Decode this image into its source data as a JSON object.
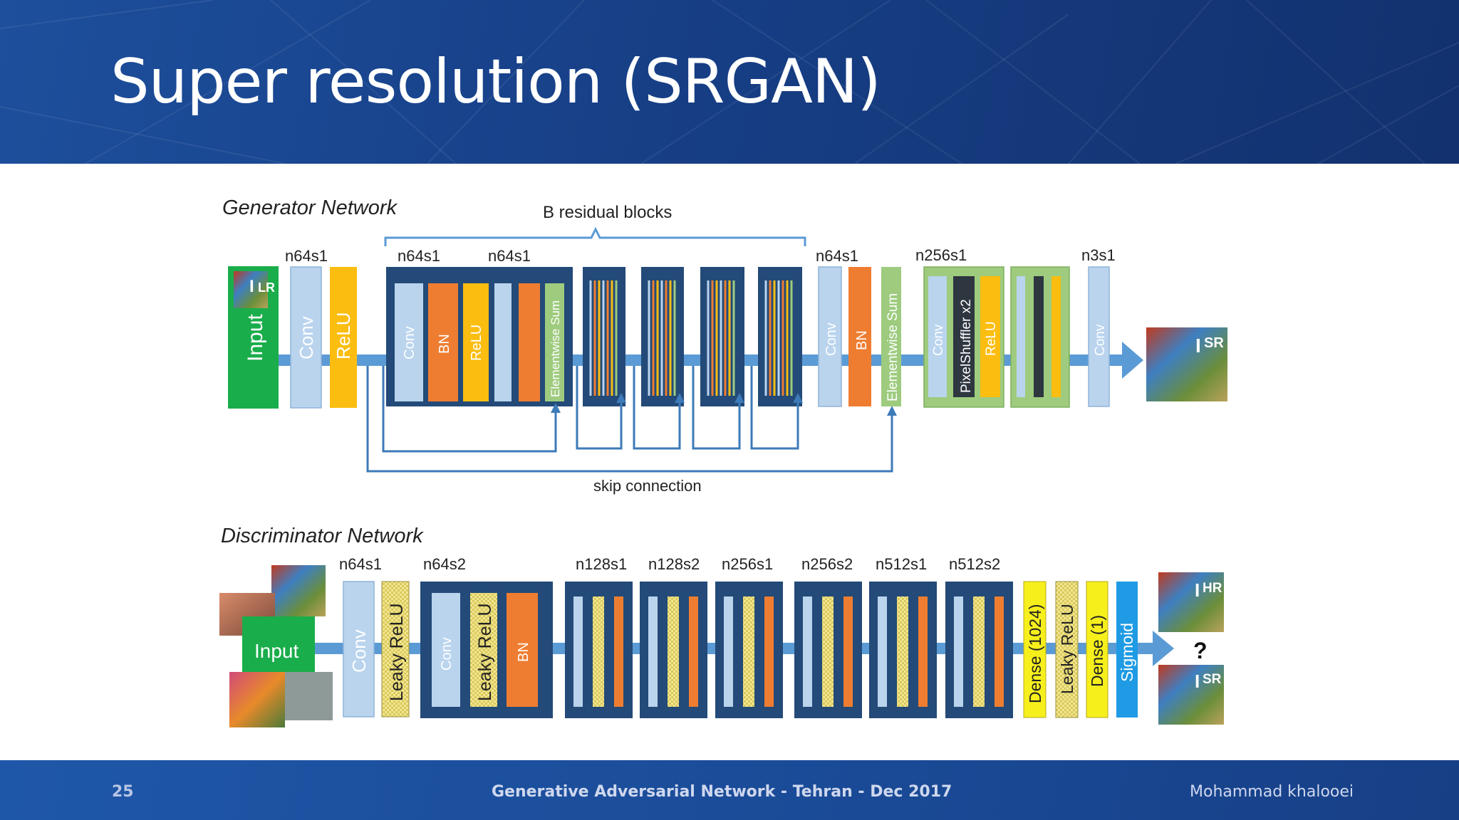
{
  "slide": {
    "title": "Super resolution (SRGAN)",
    "page_number": "25",
    "event": "Generative Adversarial Network   -   Tehran  -  Dec 2017",
    "author": "Mohammad khalooei"
  },
  "generator": {
    "heading": "Generator Network",
    "residual_label": "B residual blocks",
    "skip_label": "skip connection",
    "input_label": "Input",
    "input_image_label": "LR",
    "output_image_label": "SR",
    "output_symbol": "I",
    "params": {
      "p1": "n64s1",
      "p2": "n64s1",
      "p3": "n64s1",
      "p4": "n64s1",
      "p5": "n256s1",
      "p6": "n3s1"
    },
    "layers": {
      "conv": "Conv",
      "relu": "ReLU",
      "bn": "BN",
      "esum": "Elementwise Sum",
      "pixelshuffler": "PixelShuffler x2"
    }
  },
  "discriminator": {
    "heading": "Discriminator Network",
    "input_label": "Input",
    "question": "?",
    "hr_label": "HR",
    "sr_label": "SR",
    "symbol": "I",
    "params": [
      "n64s1",
      "n64s2",
      "n128s1",
      "n128s2",
      "n256s1",
      "n256s2",
      "n512s1",
      "n512s2"
    ],
    "layers": {
      "conv": "Conv",
      "leaky": "Leaky ReLU",
      "bn": "BN",
      "dense1024": "Dense (1024)",
      "dense1": "Dense (1)",
      "sigmoid": "Sigmoid"
    }
  },
  "colors": {
    "header": "#173f86",
    "input_green": "#1aad4b",
    "conv": "#bad4ee",
    "bn": "#ef7d31",
    "relu": "#fbbd10",
    "esum": "#9ecb7e",
    "block": "#234a78",
    "arrow": "#5b9bd5",
    "skip": "#3d7ab8",
    "dense": "#f6ef1c",
    "sigmoid": "#1e9be4",
    "pixelshuffler": "#2e3640",
    "leaky": "#f1e59a"
  },
  "icons": {
    "arrow": "right-arrow-icon"
  }
}
